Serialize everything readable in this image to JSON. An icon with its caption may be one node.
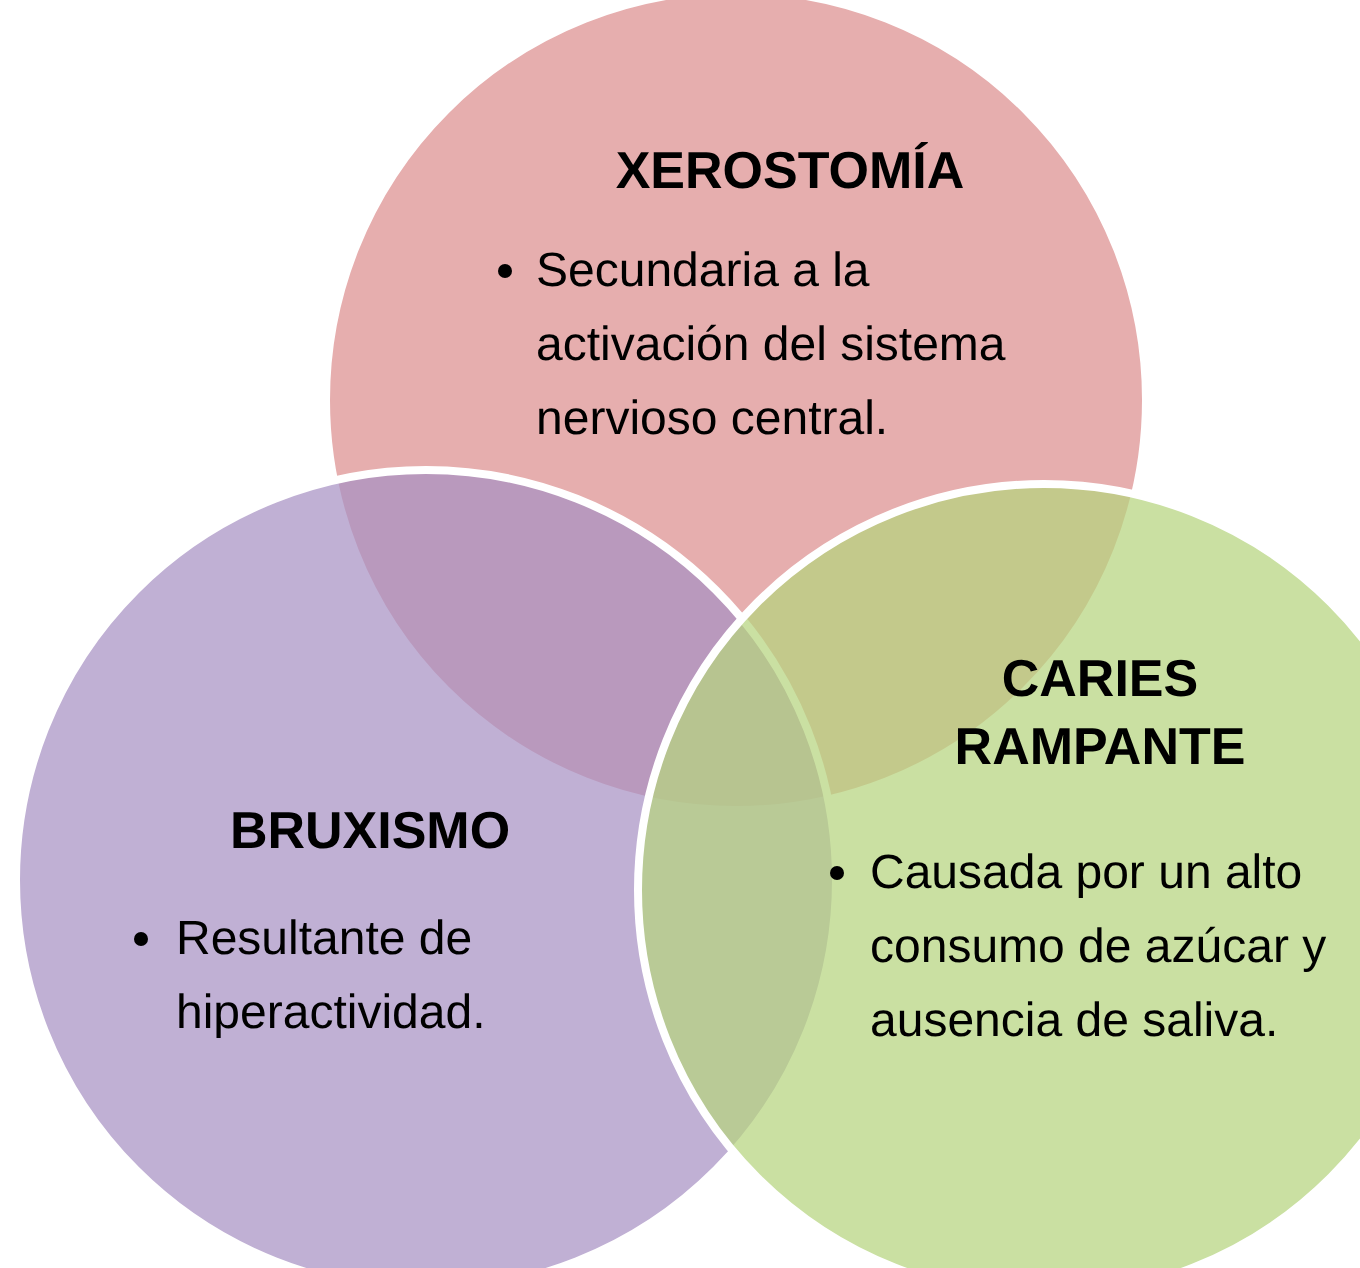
{
  "diagram": {
    "nodes": [
      {
        "text": [
          "XEROSTOMÍA",
          "Secundaria a la activación del sistema nervioso central."
        ]
      },
      {
        "text": [
          "BRUXISMO",
          "Resultante de hiperactividad."
        ]
      },
      {
        "text": [
          "CARIES RAMPANTE",
          "Causada por un alto consumo de azúcar y ausencia de saliva."
        ]
      }
    ]
  }
}
